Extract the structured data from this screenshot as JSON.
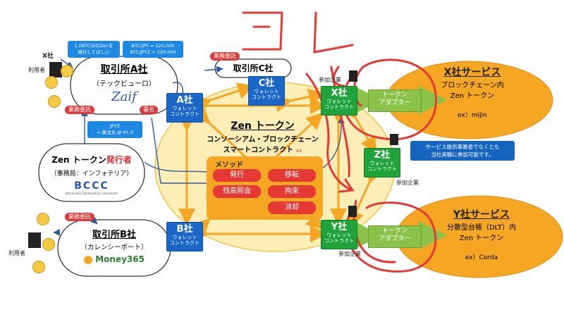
{
  "annotation": {
    "kore": "コレ"
  },
  "exchange_a": {
    "title": "取引所A社",
    "sub": "（テックビューロ）",
    "logo": "Zaif"
  },
  "exchange_b": {
    "title": "取引所B社",
    "sub": "（カレンシーポート）",
    "logo": "Money365"
  },
  "exchange_c": {
    "title": "取引所C社"
  },
  "issuer": {
    "title_black": "Zen トークン",
    "title_red": "発行者",
    "sub": "（事務局：インフォテリア）",
    "logo": "BCCC",
    "logo_sub": "Blockchain Collaborative Consortium"
  },
  "x_user_label": "X社",
  "users_label_1": "利用者",
  "users_label_2": "利用者",
  "callouts": {
    "btc_request": "1.0BTC分のZenを\n発行してほしい",
    "rate": "BTC/JPY = 120,000\nBTC/JPYZ = 120,000",
    "jpyz": "JPYZ\n⇒ 買注文 @ ¥1.0"
  },
  "tags": {
    "outsource_a": "業務委託",
    "sign": "署名",
    "outsource_c": "業務委託",
    "outsource_b": "業務委託"
  },
  "wallets": {
    "a": {
      "title": "A社",
      "sub": "ウォレット\nコントラクト"
    },
    "b": {
      "title": "B社",
      "sub": "ウォレット\nコントラクト"
    },
    "c": {
      "title": "C社",
      "sub": "ウォレット\nコントラクト"
    },
    "x": {
      "title": "X社",
      "sub": "ウォレット\nコントラクト"
    },
    "y": {
      "title": "Y社",
      "sub": "ウォレット\nコントラクト"
    },
    "z": {
      "title": "Z社",
      "sub": "ウォレット\nコントラクト"
    }
  },
  "participant_labels": {
    "x": "参加企業",
    "y": "参加企業",
    "z": "参加企業"
  },
  "zen_core": {
    "title": "Zen トークン",
    "line2": "コンソーシアム・ブロックチェーン",
    "line3": "スマートコントラクト",
    "note": "※2"
  },
  "methods": {
    "title": "メソッド",
    "items": [
      "発行",
      "移転",
      "残高照会",
      "拘束",
      "消却"
    ]
  },
  "adapters": {
    "x": "トークン\nアダプター",
    "y": "トークン\nアダプター"
  },
  "x_service": {
    "title": "X社サービス",
    "line1": "ブロックチェーン内",
    "line2": "Zen トークン",
    "line3": "ex）mijin"
  },
  "y_service": {
    "title": "Y社サービス",
    "line1": "分散型台帳（DLT）内",
    "line2": "Zen トークン",
    "line3": "ex）Corda"
  },
  "z_note": "サービス提供事業者でなくとも\n当社実験に参加可能です。",
  "colors": {
    "blue": "#1b66c9",
    "green": "#1fa33a",
    "orange": "#f5a623",
    "red": "#e53935",
    "yellow": "#fbe39b"
  }
}
